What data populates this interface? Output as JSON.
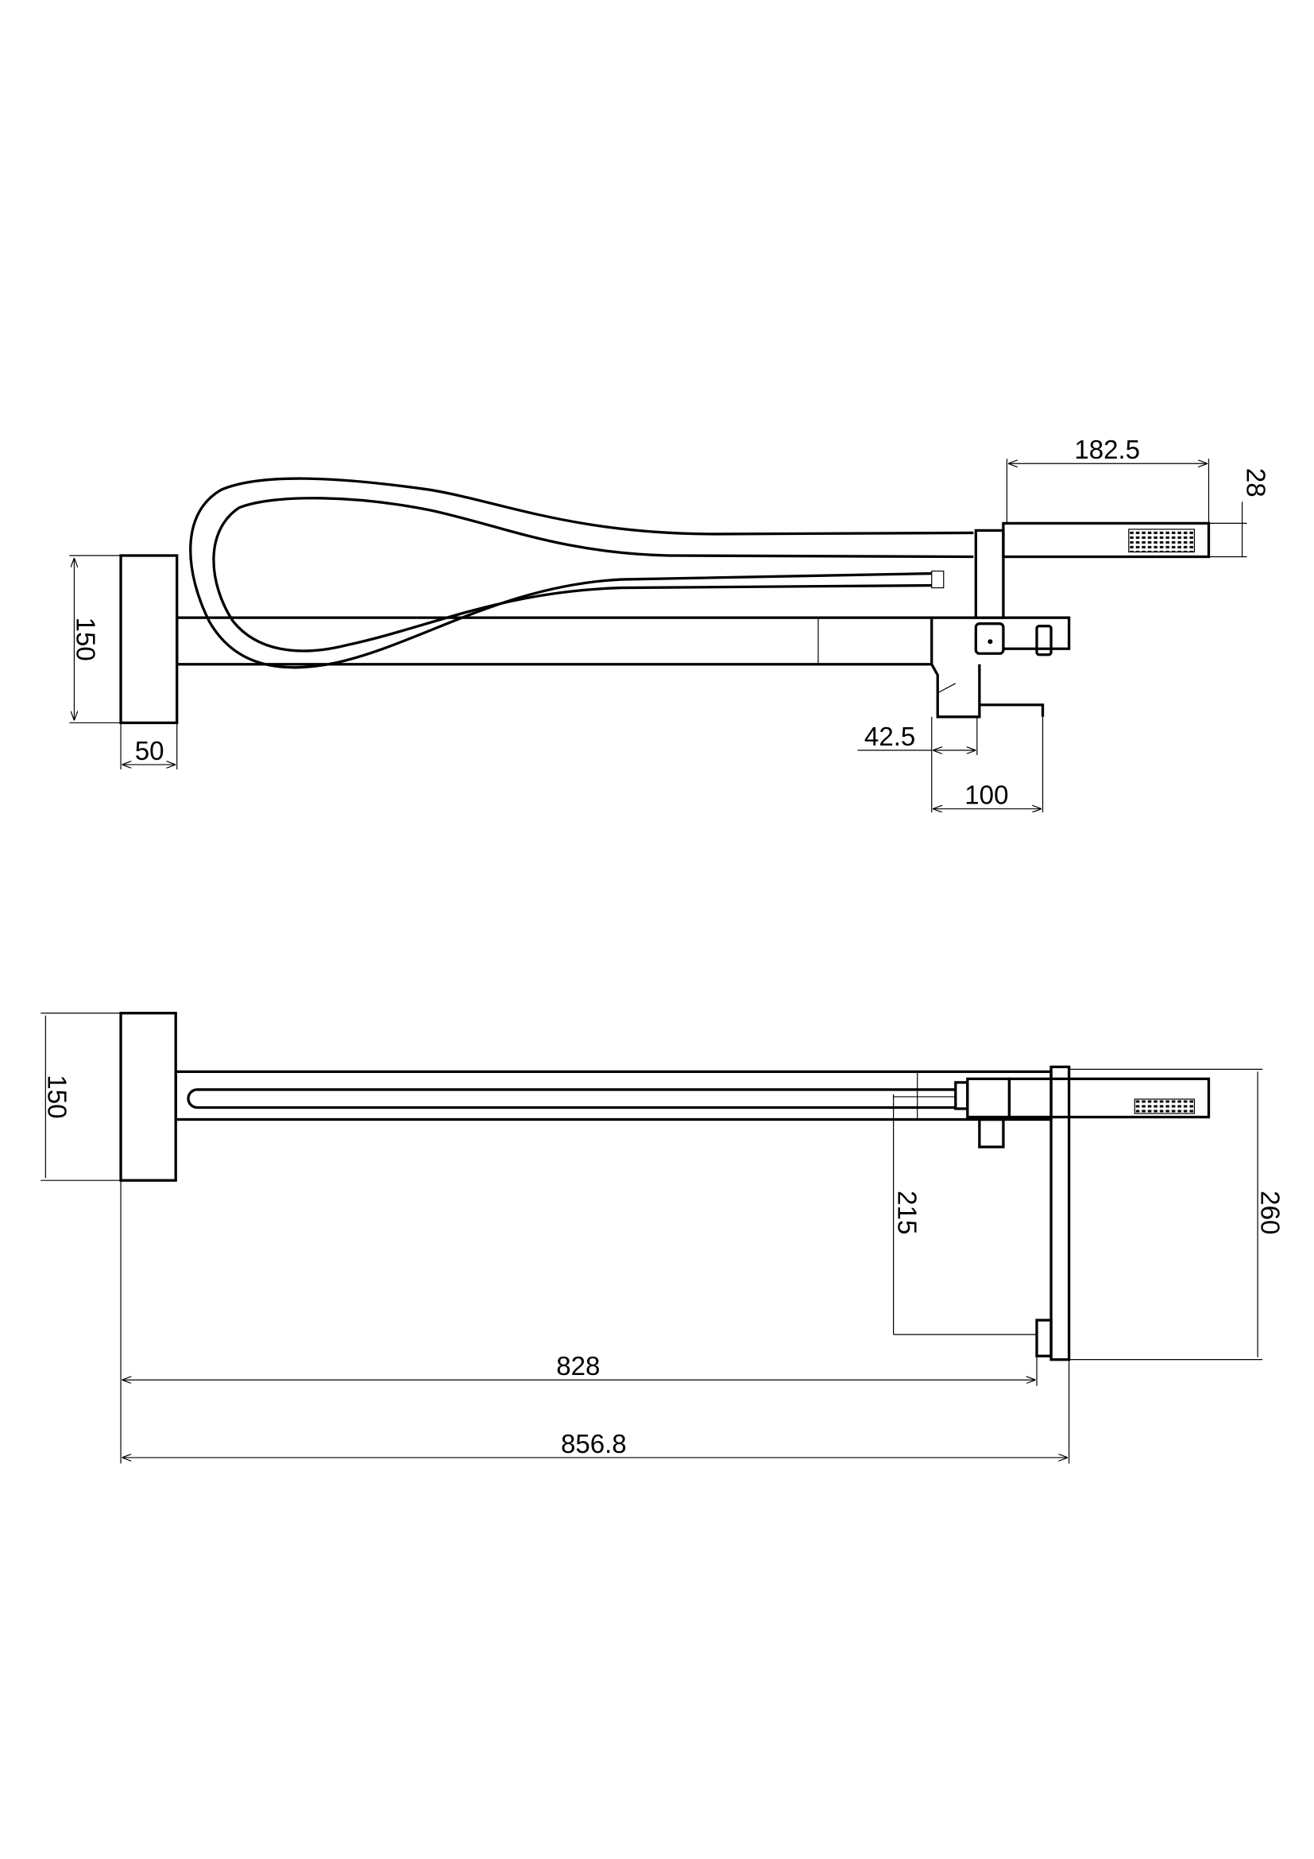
{
  "top_view": {
    "dimensions": {
      "plate_height": "150",
      "plate_depth": "50",
      "handshower_length": "182.5",
      "handshower_height": "28",
      "spout_offset": "42.5",
      "spout_width": "100"
    }
  },
  "side_view": {
    "dimensions": {
      "plate_height": "150",
      "drop_height": "215",
      "total_height": "260",
      "projection_to_spout": "828",
      "total_projection": "856.8"
    }
  },
  "colors": {
    "line": "#000000",
    "background": "#ffffff"
  }
}
